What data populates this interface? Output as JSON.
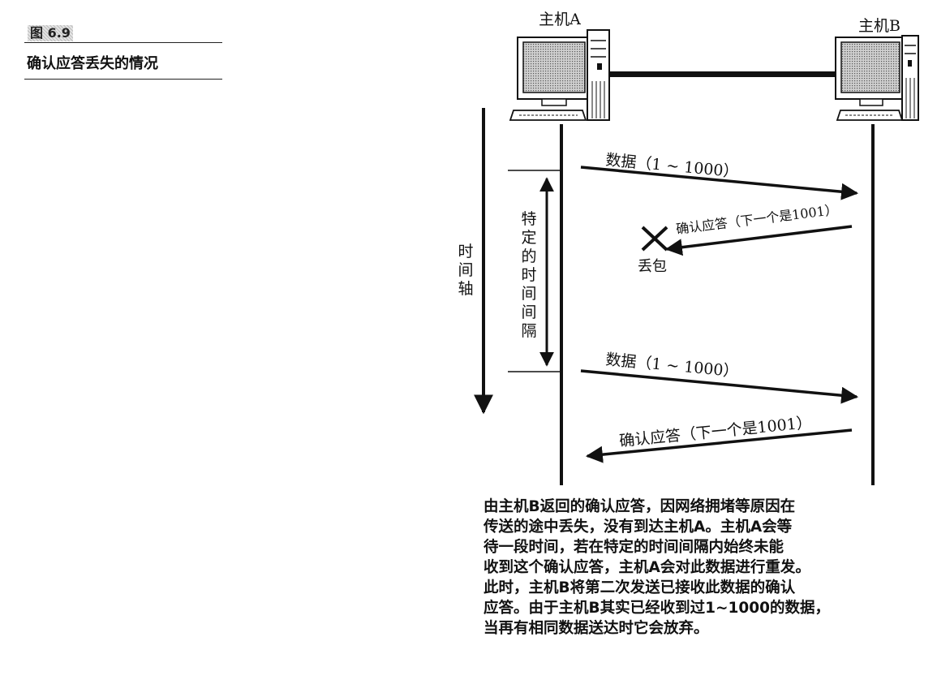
{
  "figure": {
    "number": "图 6.9",
    "caption": "确认应答丢失的情况"
  },
  "hosts": {
    "a": "主机A",
    "b": "主机B"
  },
  "timeline": {
    "label": [
      "时",
      "间",
      "轴"
    ]
  },
  "interval": {
    "label": [
      "特",
      "定",
      "的",
      "时",
      "间",
      "间",
      "隔"
    ]
  },
  "messages": {
    "data_1": "数据（1 ~ 1000）",
    "ack_1": "确认应答（下一个是1001）",
    "loss": "丢包",
    "data_2": "数据（1 ~ 1000）",
    "ack_2": "确认应答（下一个是1001）"
  },
  "description": {
    "lines": [
      "由主机B返回的确认应答，因网络拥堵等原因在",
      "传送的途中丢失，没有到达主机A。主机A会等",
      "待一段时间，若在特定的时间间隔内始终未能",
      "收到这个确认应答，主机A会对此数据进行重发。",
      "此时，主机B将第二次发送已接收此数据的确认",
      "应答。由于主机B其实已经收到过1~1000的数据，",
      "当再有相同数据送达时它会放弃。"
    ]
  }
}
